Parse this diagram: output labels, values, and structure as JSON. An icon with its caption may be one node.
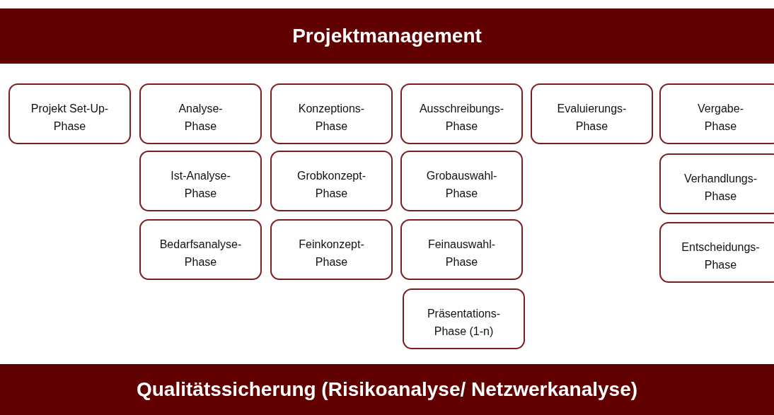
{
  "diagram": {
    "nodes": [
      {
        "text": [
          "Projektmanagement"
        ]
      },
      {
        "text": [
          "Projekt Set-Up- Phase"
        ]
      },
      {
        "text": [
          "Analyse- Phase"
        ]
      },
      {
        "text": [
          "Ist-Analyse- Phase"
        ]
      },
      {
        "text": [
          "Bedarfsanalyse- Phase"
        ]
      },
      {
        "text": [
          "Konzeptions- Phase"
        ]
      },
      {
        "text": [
          "Grobkonzept- Phase"
        ]
      },
      {
        "text": [
          "Feinkonzept- Phase"
        ]
      },
      {
        "text": [
          "Ausschreibungs- Phase"
        ]
      },
      {
        "text": [
          "Grobauswahl- Phase"
        ]
      },
      {
        "text": [
          "Feinauswahl- Phase"
        ]
      },
      {
        "text": [
          "Präsentations- Phase (1-n)"
        ]
      },
      {
        "text": [
          "Evaluierungs- Phase"
        ]
      },
      {
        "text": [
          "Vergabe- Phase"
        ]
      },
      {
        "text": [
          "Verhandlungs- Phase"
        ]
      },
      {
        "text": [
          "Entscheidungs- Phase"
        ]
      },
      {
        "text": [
          "Qualitätssicherung (Risikoanalyse/ Netzwerkanalyse)"
        ]
      }
    ]
  }
}
